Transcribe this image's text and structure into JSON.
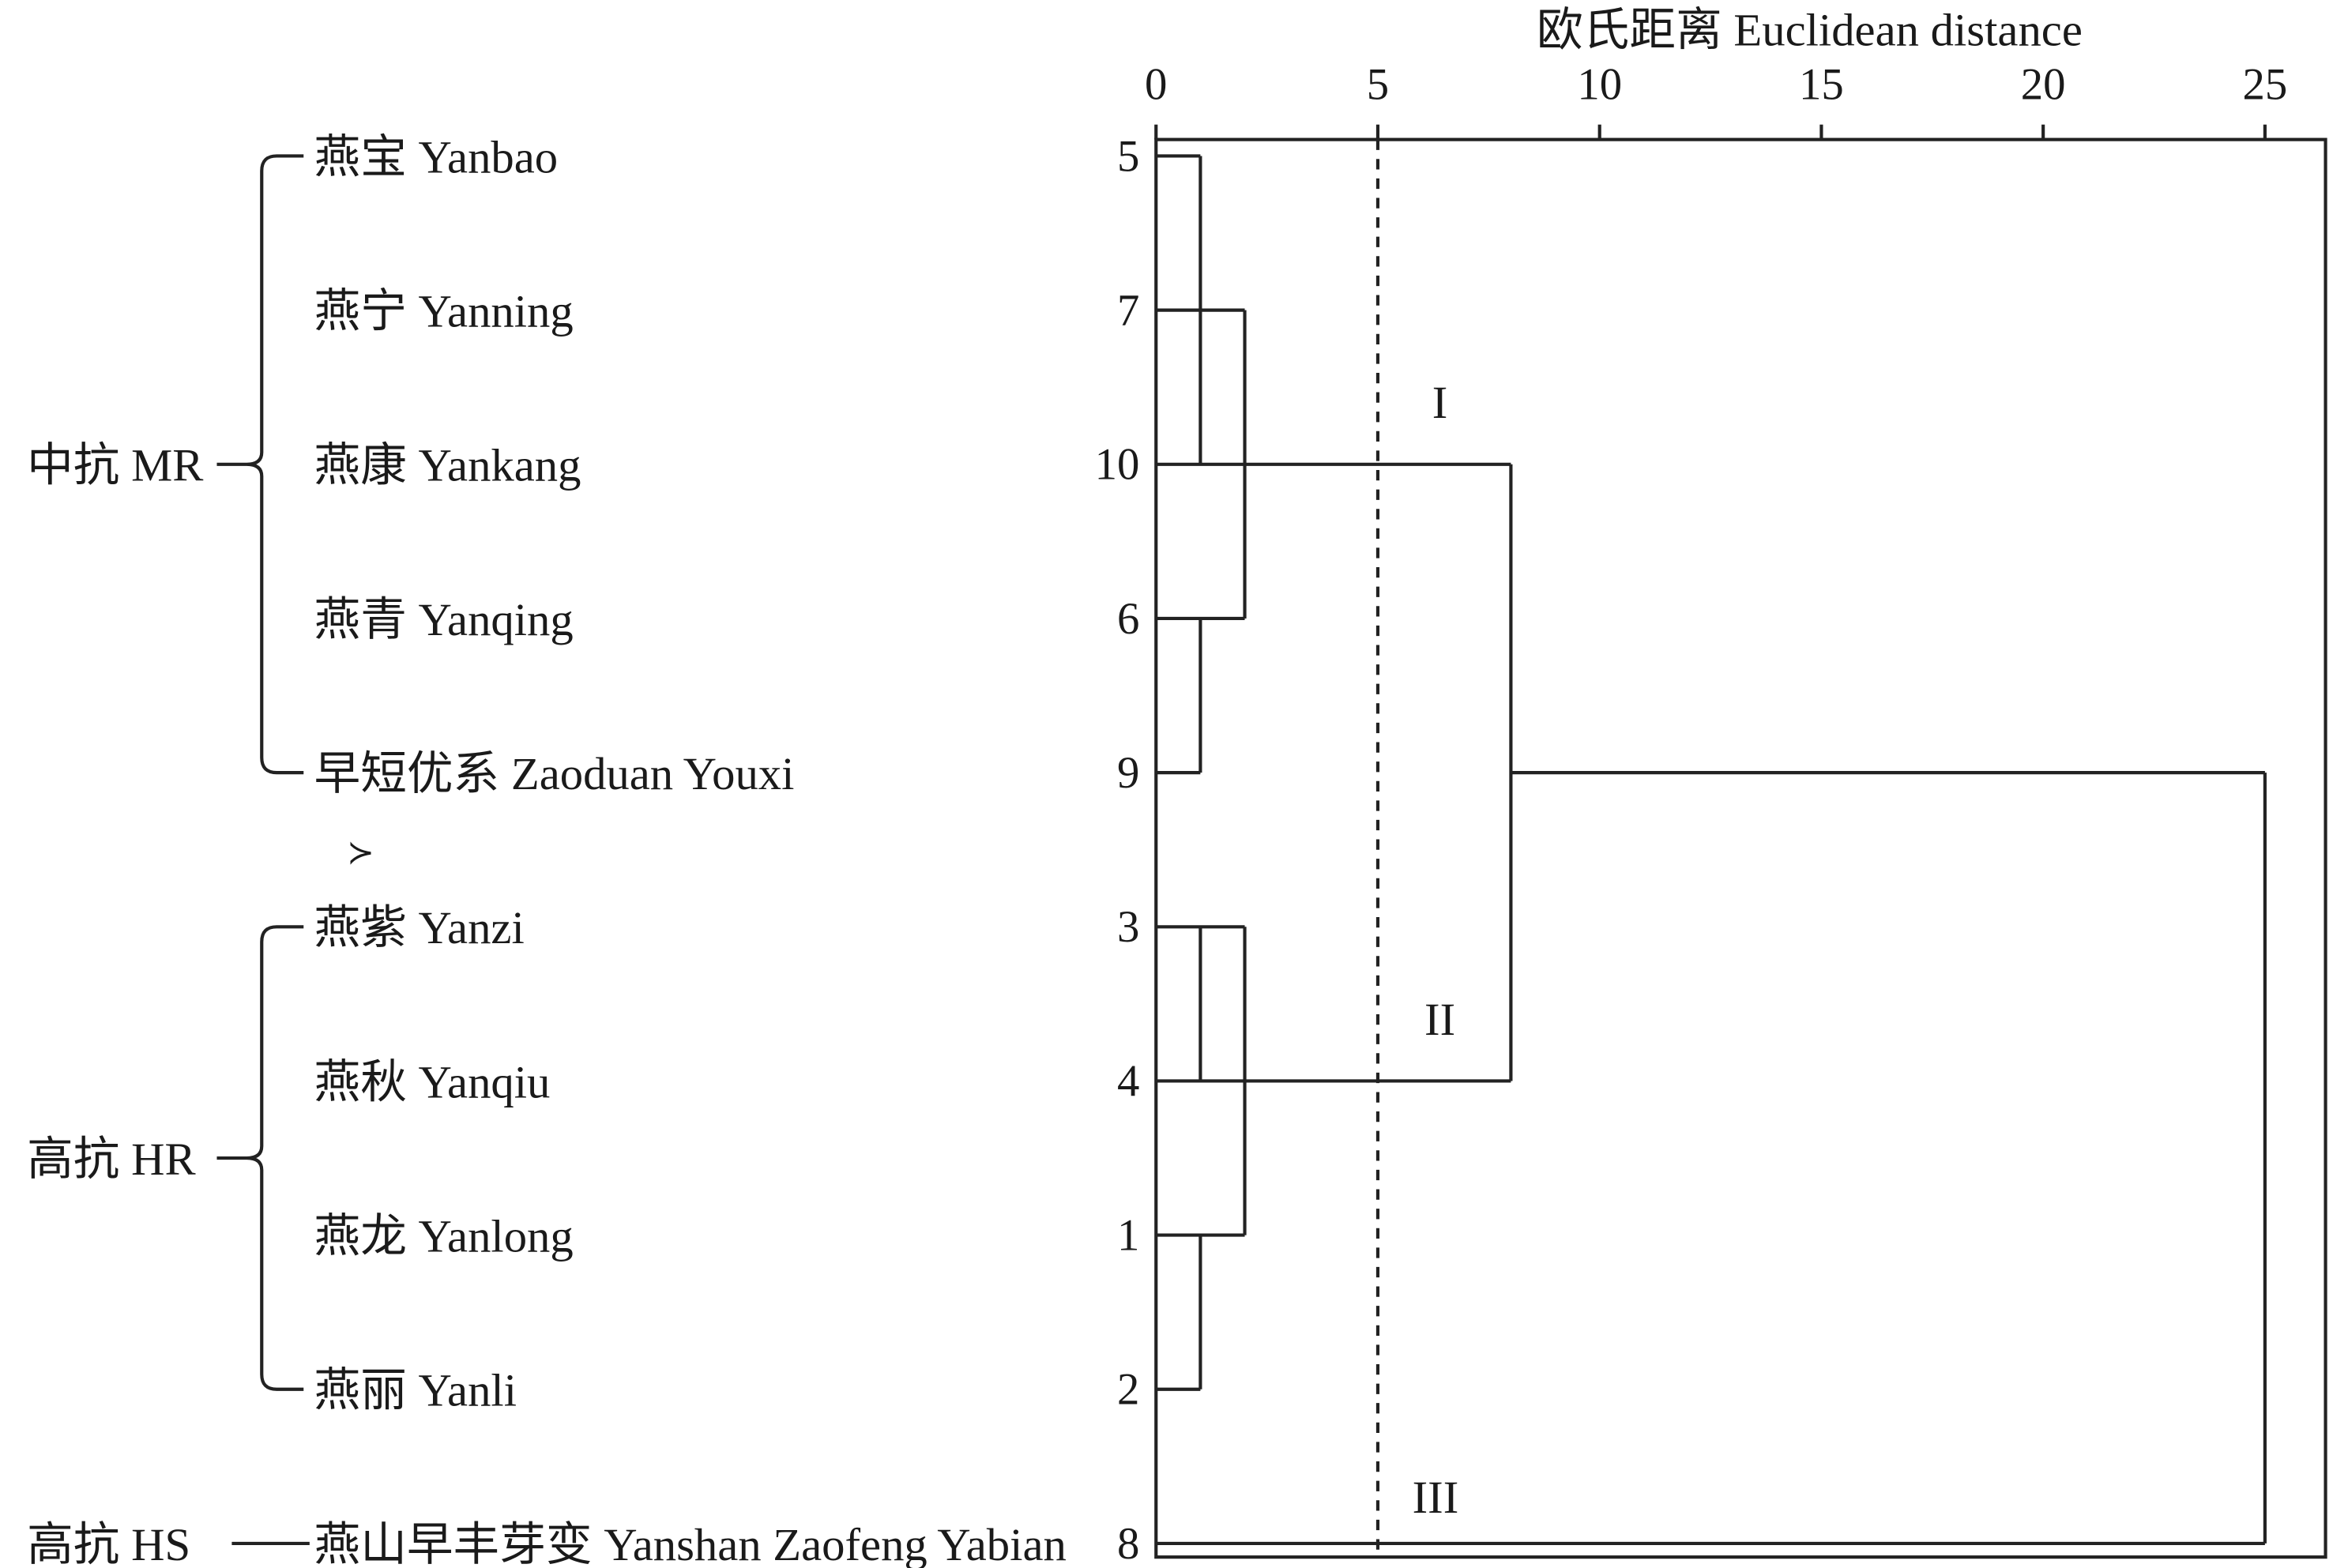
{
  "chart_data": {
    "type": "dendrogram",
    "title": "欧氏距离 Euclidean distance",
    "xlabel": "欧氏距离 Euclidean distance",
    "xlim": [
      0,
      26.5
    ],
    "xticks": [
      "0",
      "5",
      "10",
      "15",
      "20",
      "25"
    ],
    "cut_line": 5,
    "leaves": [
      {
        "num": "5",
        "name": "燕宝 Yanbao"
      },
      {
        "num": "7",
        "name": "燕宁 Yanning"
      },
      {
        "num": "10",
        "name": "燕康 Yankang"
      },
      {
        "num": "6",
        "name": "燕青 Yanqing"
      },
      {
        "num": "9",
        "name": "早短优系 Zaoduan Youxi"
      },
      {
        "num": "3",
        "name": "燕紫 Yanzi"
      },
      {
        "num": "4",
        "name": "燕秋 Yanqiu"
      },
      {
        "num": "1",
        "name": "燕龙 Yanlong"
      },
      {
        "num": "2",
        "name": "燕丽 Yanli"
      },
      {
        "num": "8",
        "name": "燕山早丰芽变 Yanshan Zaofeng Yabian"
      }
    ],
    "links": [
      {
        "type": "h",
        "row": 0,
        "from": 0,
        "to": 1
      },
      {
        "type": "h",
        "row": 2,
        "from": 0,
        "to": 8
      },
      {
        "type": "v",
        "dist": 1,
        "from": 0,
        "to": 2
      },
      {
        "type": "h",
        "row": 1,
        "from": 0,
        "to": 2
      },
      {
        "type": "h",
        "row": 3,
        "from": 0,
        "to": 2
      },
      {
        "type": "v",
        "dist": 2,
        "from": 1,
        "to": 3
      },
      {
        "type": "h",
        "row": 4,
        "from": 0,
        "to": 1
      },
      {
        "type": "v",
        "dist": 1,
        "from": 3,
        "to": 4
      },
      {
        "type": "h",
        "row": 5,
        "from": 0,
        "to": 2
      },
      {
        "type": "h",
        "row": 6,
        "from": 0,
        "to": 8
      },
      {
        "type": "v",
        "dist": 1,
        "from": 5,
        "to": 6
      },
      {
        "type": "v",
        "dist": 2,
        "from": 5,
        "to": 7
      },
      {
        "type": "h",
        "row": 7,
        "from": 0,
        "to": 2
      },
      {
        "type": "h",
        "row": 8,
        "from": 0,
        "to": 1
      },
      {
        "type": "v",
        "dist": 1,
        "from": 7,
        "to": 8
      },
      {
        "type": "v",
        "dist": 8,
        "from": 2,
        "to": 6
      },
      {
        "type": "h",
        "row": 4,
        "from": 8,
        "to": 25
      },
      {
        "type": "v",
        "dist": 25,
        "from": 4,
        "to": 9
      },
      {
        "type": "h",
        "row": 9,
        "from": 0,
        "to": 25
      }
    ],
    "cluster_labels": [
      {
        "text": "I",
        "dist": 6.4,
        "row": 1.7
      },
      {
        "text": "II",
        "dist": 6.4,
        "row": 5.7
      },
      {
        "text": "III",
        "dist": 6.3,
        "row": 8.8
      }
    ],
    "groups": [
      {
        "label": "中抗 MR",
        "from": 0,
        "to": 4
      },
      {
        "label": "高抗 HR",
        "from": 5,
        "to": 8
      },
      {
        "label": "高抗 HS",
        "from": 9,
        "to": 9
      }
    ],
    "stray_mark": "≻"
  }
}
